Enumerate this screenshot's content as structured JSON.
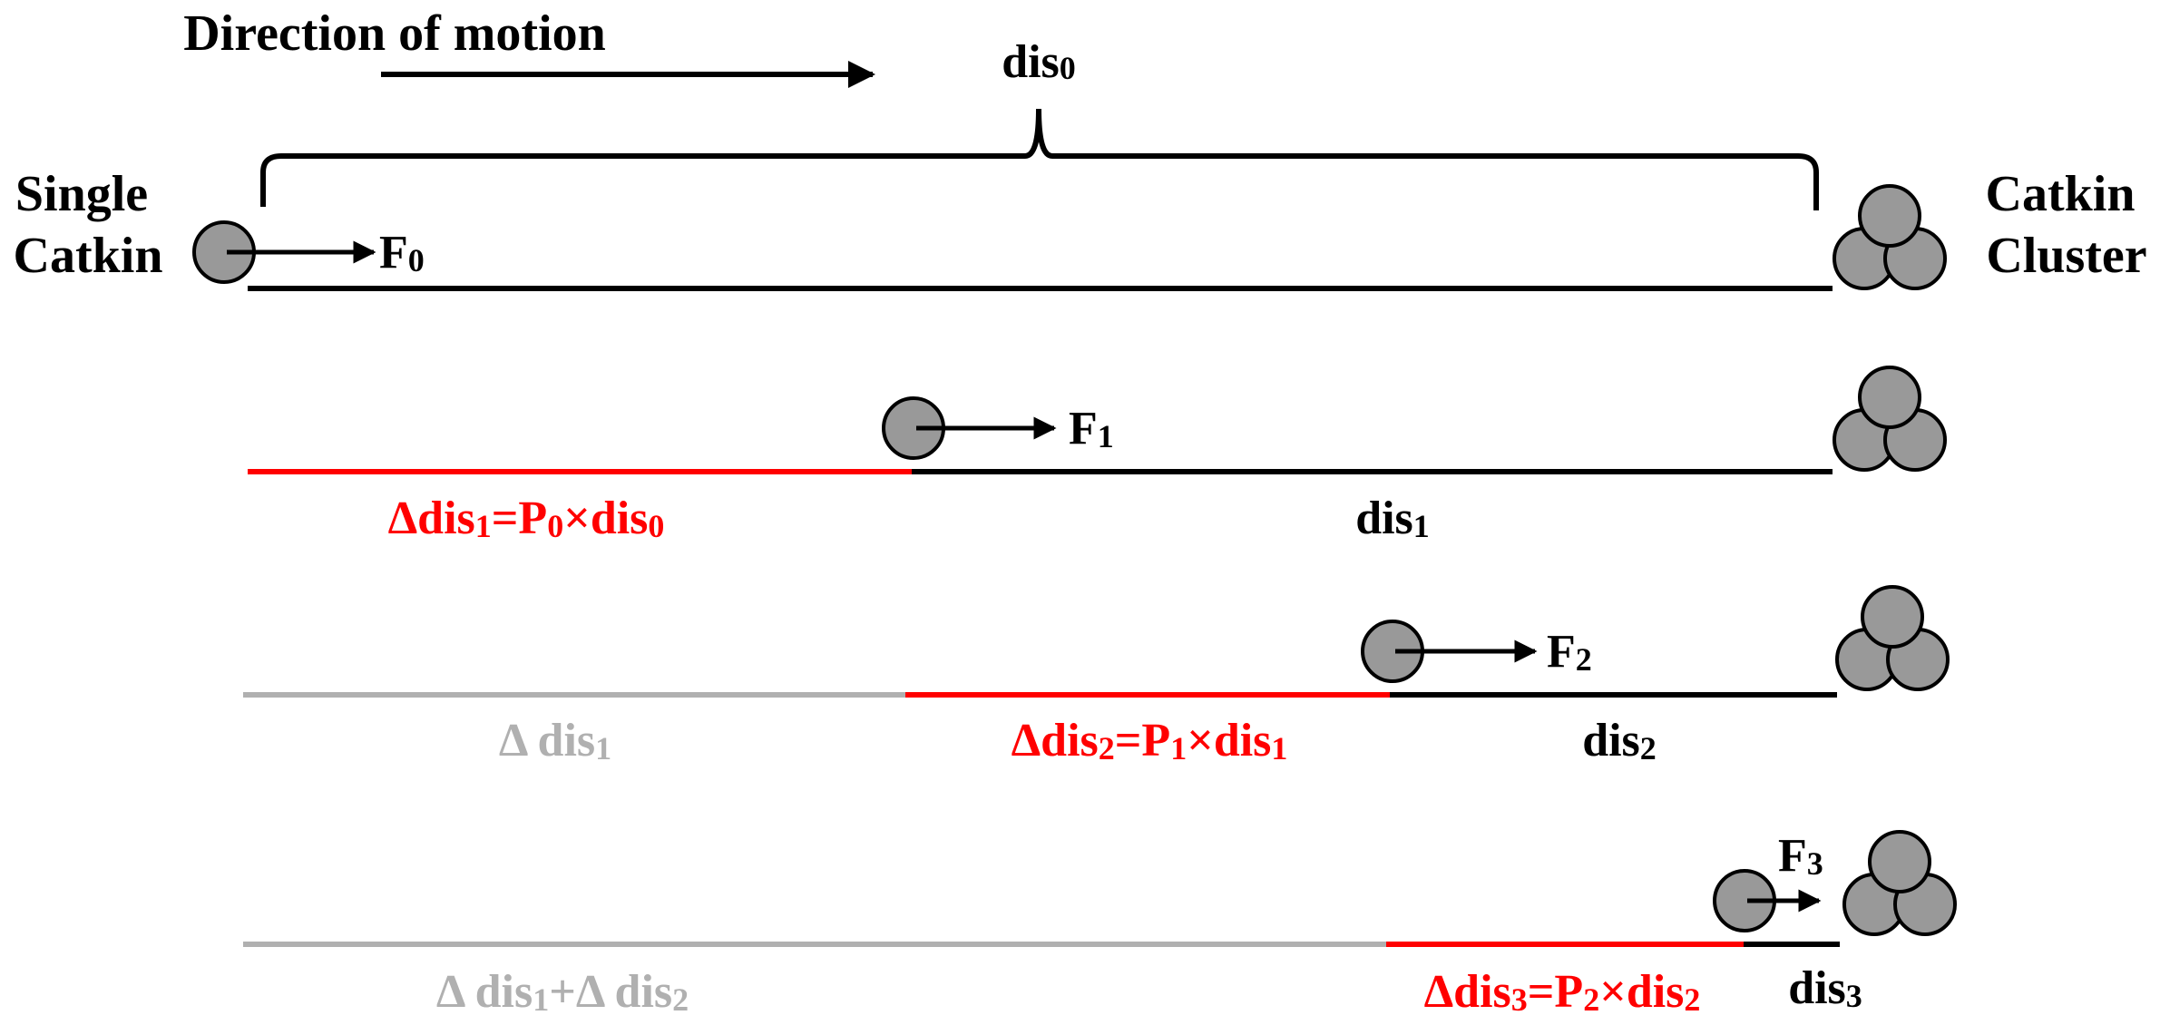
{
  "colors": {
    "ink": "#000000",
    "highlight": "#ff0000",
    "muted": "#b0b0b0",
    "catkin_fill": "#999999"
  },
  "header": {
    "direction_label": "Direction of motion",
    "total_distance": {
      "base": "dis",
      "sub": "0"
    }
  },
  "side_labels": {
    "left": [
      "Single",
      "Catkin"
    ],
    "right": [
      "Catkin",
      "Cluster"
    ]
  },
  "stages": [
    {
      "force": {
        "base": "F",
        "sub": "0"
      },
      "remaining": null,
      "step": null,
      "covered": null
    },
    {
      "force": {
        "base": "F",
        "sub": "1"
      },
      "remaining": {
        "base": "dis",
        "sub": "1"
      },
      "step": {
        "parts": [
          {
            "t": "Δdis",
            "sub": false
          },
          {
            "t": "1",
            "sub": true
          },
          {
            "t": "=P",
            "sub": false
          },
          {
            "t": "0",
            "sub": true
          },
          {
            "t": "×dis",
            "sub": false
          },
          {
            "t": "0",
            "sub": true
          }
        ]
      },
      "covered": null
    },
    {
      "force": {
        "base": "F",
        "sub": "2"
      },
      "remaining": {
        "base": "dis",
        "sub": "2"
      },
      "step": {
        "parts": [
          {
            "t": "Δdis",
            "sub": false
          },
          {
            "t": "2",
            "sub": true
          },
          {
            "t": "=P",
            "sub": false
          },
          {
            "t": "1",
            "sub": true
          },
          {
            "t": "×dis",
            "sub": false
          },
          {
            "t": "1",
            "sub": true
          }
        ]
      },
      "covered": {
        "parts": [
          {
            "t": "Δ dis",
            "sub": false
          },
          {
            "t": "1",
            "sub": true
          }
        ]
      }
    },
    {
      "force": {
        "base": "F",
        "sub": "3"
      },
      "remaining": {
        "base": "dis",
        "sub": "3"
      },
      "step": {
        "parts": [
          {
            "t": "Δdis",
            "sub": false
          },
          {
            "t": "3",
            "sub": true
          },
          {
            "t": "=P",
            "sub": false
          },
          {
            "t": "2",
            "sub": true
          },
          {
            "t": "×dis",
            "sub": false
          },
          {
            "t": "2",
            "sub": true
          }
        ]
      },
      "covered": {
        "parts": [
          {
            "t": "Δ dis",
            "sub": false
          },
          {
            "t": "1",
            "sub": true
          },
          {
            "t": "+Δ dis",
            "sub": false
          },
          {
            "t": "2",
            "sub": true
          }
        ]
      }
    }
  ]
}
